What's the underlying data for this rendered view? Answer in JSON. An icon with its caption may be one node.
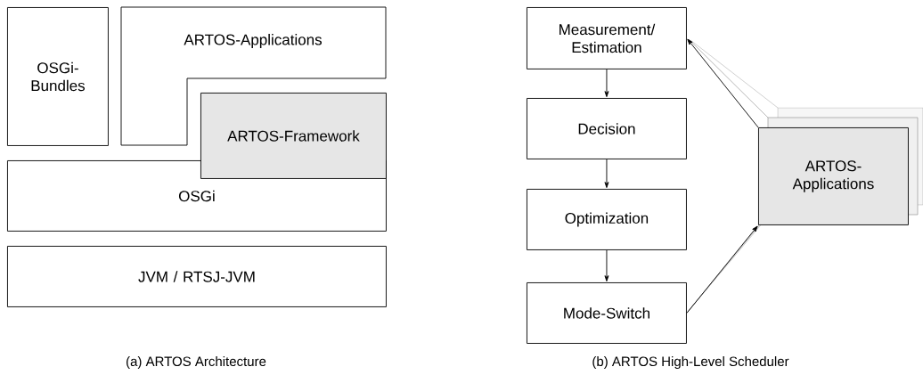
{
  "diagram": {
    "nodes": [
      {
        "text": [
          "OSGi- Bundles"
        ]
      },
      {
        "text": [
          "ARTOS-Applications"
        ]
      },
      {
        "text": [
          "ARTOS-Framework"
        ]
      },
      {
        "text": [
          "OSGi"
        ]
      },
      {
        "text": [
          "JVM / RTSJ-JVM"
        ]
      },
      {
        "text": [
          "Measurement/ Estimation"
        ]
      },
      {
        "text": [
          "Decision"
        ]
      },
      {
        "text": [
          "Optimization"
        ]
      },
      {
        "text": [
          "Mode-Switch"
        ]
      },
      {
        "text": [
          "ARTOS- Applications"
        ]
      }
    ],
    "edges": [
      {
        "from": 5,
        "to": 6,
        "arrow": "to"
      },
      {
        "from": 6,
        "to": 7,
        "arrow": "to"
      },
      {
        "from": 7,
        "to": 8,
        "arrow": "to"
      },
      {
        "from": 9,
        "to": 5,
        "arrow": "to"
      },
      {
        "from": 8,
        "to": 9,
        "arrow": "to"
      }
    ],
    "labels": [
      "(a) ARTOS Architecture",
      "(b) ARTOS High-Level Scheduler"
    ]
  }
}
